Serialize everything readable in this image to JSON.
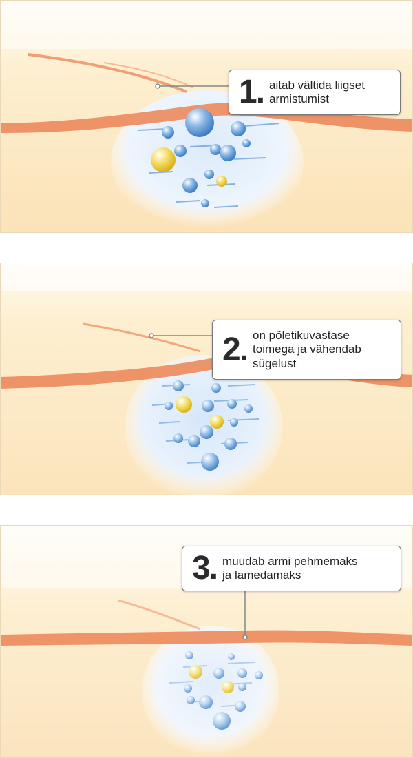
{
  "steps": [
    {
      "number": "1.",
      "lines": [
        "aitab vältida liigset",
        "armistumist"
      ]
    },
    {
      "number": "2.",
      "lines": [
        "on põletikuvastase",
        "toimega ja vähendab",
        "sügelust"
      ]
    },
    {
      "number": "3.",
      "lines": [
        "muudab armi pehmemaks",
        "ja lamedamaks"
      ]
    }
  ],
  "colors": {
    "skin_band": "#ec8a5c",
    "skin_background": "#fdf0d4",
    "bubble_blue": "#5b97d6",
    "bubble_yellow": "#f3d23c",
    "leader_line": "#7f8b86"
  }
}
